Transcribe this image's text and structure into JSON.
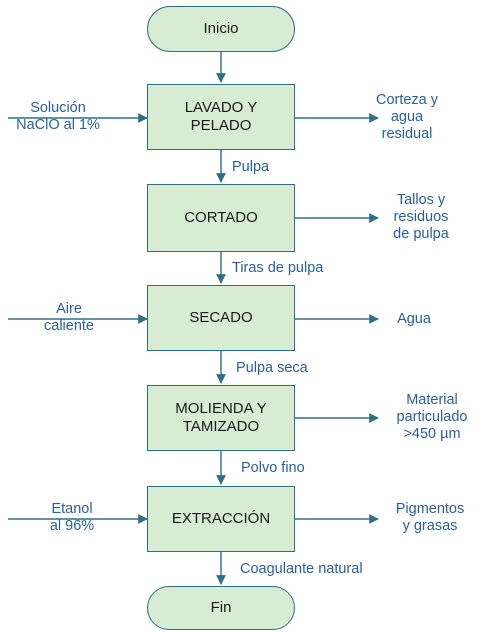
{
  "colors": {
    "line": "#2e6f88",
    "fill": "#d7ecd2",
    "label": "#2a5f9e"
  },
  "nodes": {
    "inicio": "Inicio",
    "lavado": "LAVADO Y\nPELADO",
    "cortado": "CORTADO",
    "secado": "SECADO",
    "molienda": "MOLIENDA Y\nTAMIZADO",
    "extraccion": "EXTRACCIÓN",
    "fin": "Fin"
  },
  "inputs": {
    "solucion": "Solución\nNaClO al 1%",
    "aire": "Aire\ncaliente",
    "etanol": "Etanol\nal 96%"
  },
  "outputs": {
    "corteza": "Corteza y\nagua\nresidual",
    "tallos": "Tallos y\nresiduos\nde pulpa",
    "agua": "Agua",
    "material": "Material\nparticulado\n>450 µm",
    "pigmentos": "Pigmentos\ny grasas"
  },
  "flows": {
    "pulpa": "Pulpa",
    "tiras": "Tiras de pulpa",
    "pulpa_seca": "Pulpa seca",
    "polvo": "Polvo fino",
    "coagulante": "Coagulante natural"
  }
}
